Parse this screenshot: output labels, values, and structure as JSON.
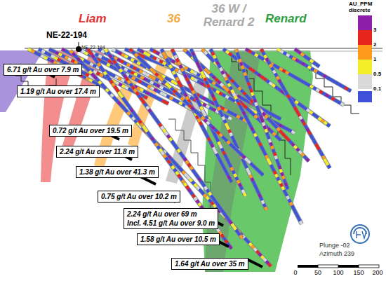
{
  "diagram": {
    "nodes": [
      {
        "text": [
          "6.71 g/t Au over 7.9 m"
        ]
      },
      {
        "text": [
          "1.19 g/t Au over 17.4 m"
        ]
      },
      {
        "text": [
          "0.72 g/t Au over 19.5 m"
        ]
      },
      {
        "text": [
          "2.24 g/t Au over 11.8 m"
        ]
      },
      {
        "text": [
          "1.38 g/t Au over 41.3 m"
        ]
      },
      {
        "text": [
          "0.75 g/t Au over 10.2 m"
        ]
      },
      {
        "text": [
          "2.24 g/t Au over 69 m",
          "Incl. 4.51 g/t Au over 9.0 m"
        ]
      },
      {
        "text": [
          "1.58 g/t Au over 10.5 m"
        ]
      },
      {
        "text": [
          "1.64 g/t Au over 35 m"
        ]
      }
    ],
    "labels": [
      "Liam",
      "36",
      "36 W / Renard 2",
      "Renard",
      "NE-22-194",
      "NE-22-194",
      "AU_PPM discrete",
      "Plunge -02",
      "Azimuth 239",
      "0",
      "50",
      "100",
      "150",
      "200"
    ],
    "legend": [
      {
        "text": "3",
        "color": "#8e1fa8"
      },
      {
        "text": "2",
        "color": "#e8241f"
      },
      {
        "text": "1",
        "color": "#ff9a1a"
      },
      {
        "text": "0.5",
        "color": "#f5ee2a"
      },
      {
        "text": "0.1",
        "color": "#d9d9d9"
      }
    ]
  }
}
